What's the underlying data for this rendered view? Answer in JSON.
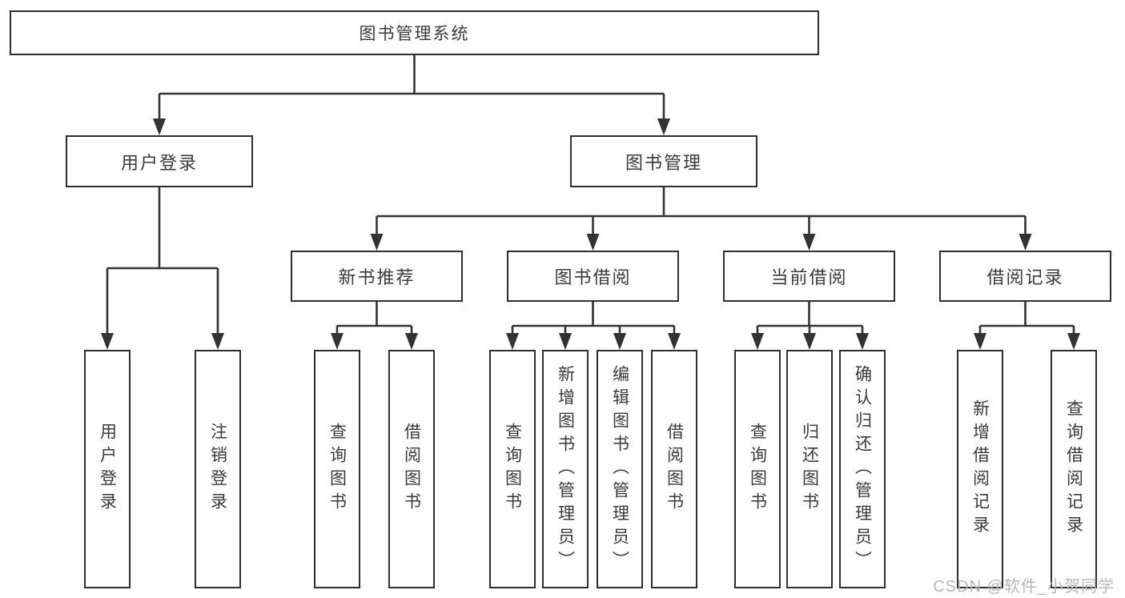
{
  "diagram": {
    "type": "tree",
    "tree": {
      "root": {
        "label": "图书管理系统",
        "children": [
          {
            "label": "用户登录",
            "children": [
              {
                "label": "用户登录"
              },
              {
                "label": "注销登录"
              }
            ]
          },
          {
            "label": "图书管理",
            "children": [
              {
                "label": "新书推荐",
                "children": [
                  {
                    "label": "查询图书"
                  },
                  {
                    "label": "借阅图书"
                  }
                ]
              },
              {
                "label": "图书借阅",
                "children": [
                  {
                    "label": "查询图书"
                  },
                  {
                    "label": "新增图书（管理员）"
                  },
                  {
                    "label": "编辑图书（管理员）"
                  },
                  {
                    "label": "借阅图书"
                  }
                ]
              },
              {
                "label": "当前借阅",
                "children": [
                  {
                    "label": "查询图书"
                  },
                  {
                    "label": "归还图书"
                  },
                  {
                    "label": "确认归还（管理员）"
                  }
                ]
              },
              {
                "label": "借阅记录",
                "children": [
                  {
                    "label": "新增借阅记录"
                  },
                  {
                    "label": "查询借阅记录"
                  }
                ]
              }
            ]
          }
        ]
      }
    },
    "colors": {
      "line": "#333333",
      "box_border": "#2f2f2f",
      "text": "#3a3a3a",
      "background": "#ffffff",
      "watermark": "#b8b8b8"
    }
  },
  "watermark": {
    "text": "CSDN @软件_小贺同学"
  }
}
